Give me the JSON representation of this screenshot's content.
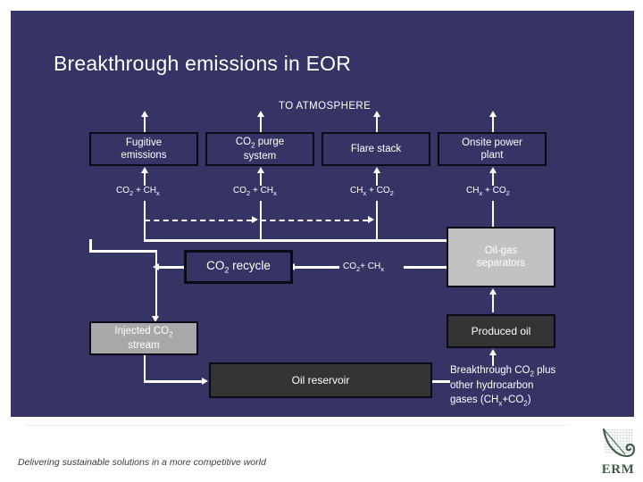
{
  "slide": {
    "title": "Breakthrough emissions in EOR",
    "background_color": "#353465",
    "atmosphere_label": "TO ATMOSPHERE"
  },
  "diagram": {
    "top_boxes": [
      {
        "label_line1": "Fugitive",
        "label_line2": "emissions",
        "formula": "CO2 + CHx"
      },
      {
        "label_line1": "CO2 purge",
        "label_line2": "system",
        "formula": "CO2 + CHx"
      },
      {
        "label_line1": "Flare stack",
        "label_line2": "",
        "formula": "CHx + CO2"
      },
      {
        "label_line1": "Onsite power",
        "label_line2": "plant",
        "formula": "CHx + CO2"
      }
    ],
    "recycle_box": "CO2 recycle",
    "recycle_formula": "CO2+ CHx",
    "separators_line1": "Oil-gas",
    "separators_line2": "separators",
    "injected_line1": "Injected CO2",
    "injected_line2": "stream",
    "produced_oil": "Produced oil",
    "oil_reservoir": "Oil reservoir",
    "breakthrough_note_line1": "Breakthrough CO2 plus",
    "breakthrough_note_line2": "other hydrocarbon",
    "breakthrough_note_line3": "gases (CHx+CO2)"
  },
  "footer": {
    "tagline": "Delivering sustainable solutions in a more competitive world",
    "logo_text": "ERM"
  }
}
